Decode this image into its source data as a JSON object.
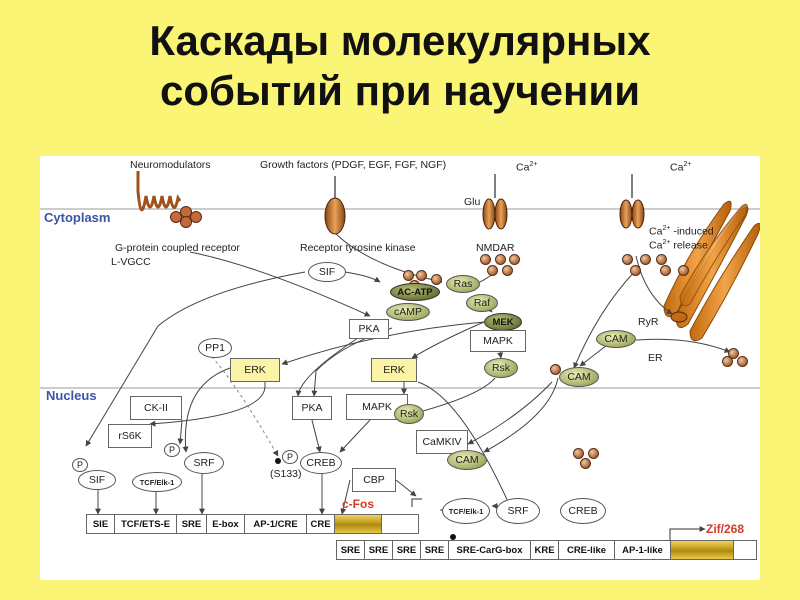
{
  "title": {
    "line1": "Каскады молекулярных",
    "line2": "событий при научении"
  },
  "diagram": {
    "top_labels": {
      "neuromodulators": "Neuromodulators",
      "growth_factors": "Growth factors (PDGF, EGF, FGF, NGF)",
      "ca2_a": "Ca",
      "ca2_b": "Ca",
      "ca_sup": "2+",
      "glu": "Glu"
    },
    "regions": {
      "cytoplasm": "Cytoplasm",
      "nucleus": "Nucleus"
    },
    "receptor_labels": {
      "gpcr": "G-protein coupled receptor",
      "lvgcc": "L-VGCC",
      "rtk": "Receptor tyrosine kinase",
      "nmdar": "NMDAR",
      "ca_induced_1": "-induced",
      "ca_induced_2": "release",
      "ryr": "RyR",
      "er": "ER"
    },
    "nodes": {
      "sif_cyto": "SIF",
      "ac_atp": "AC-ATP",
      "camp": "cAMP",
      "pka_cyto": "PKA",
      "ras": "Ras",
      "raf": "Raf",
      "mek": "MEK",
      "mapk_cyto": "MAPK",
      "rsk_cyto": "Rsk",
      "pp1": "PP1",
      "erk_left": "ERK",
      "erk_mid": "ERK",
      "cam_ryr": "CAM",
      "cam_cyto": "CAM",
      "ck2": "CK-II",
      "rs6k": "rS6K",
      "p_left": "P",
      "p_srf": "P",
      "srf_left": "SRF",
      "sif_nuc": "SIF",
      "tcf_elk_left": "TCF/Elk-1",
      "pka_nuc": "PKA",
      "mapk_nuc": "MAPK",
      "rsk_nuc": "Rsk",
      "p_creb": "P",
      "s133": "(S133)",
      "creb_left": "CREB",
      "camkiv": "CaMKIV",
      "cam_nuc": "CAM",
      "cbp": "CBP",
      "tcf_elk_right": "TCF/Elk-1",
      "srf_right": "SRF",
      "creb_right": "CREB"
    },
    "promoter_cfos": {
      "segments": [
        "SIE",
        "TCF/ETS-E",
        "SRE",
        "E-box",
        "AP-1/CRE",
        "CRE"
      ],
      "gene": "c-Fos"
    },
    "promoter_zif": {
      "segments": [
        "SRE",
        "SRE",
        "SRE",
        "SRE",
        "SRE-CarG-box",
        "KRE",
        "CRE-like",
        "AP-1-like"
      ],
      "gene": "Zif/268"
    },
    "colors": {
      "background": "#fbf575",
      "region_label": "#3a55a8",
      "gene_label": "#d23b2a",
      "receptor_brown": "#b5621f",
      "er_orange": "#d98318"
    }
  }
}
